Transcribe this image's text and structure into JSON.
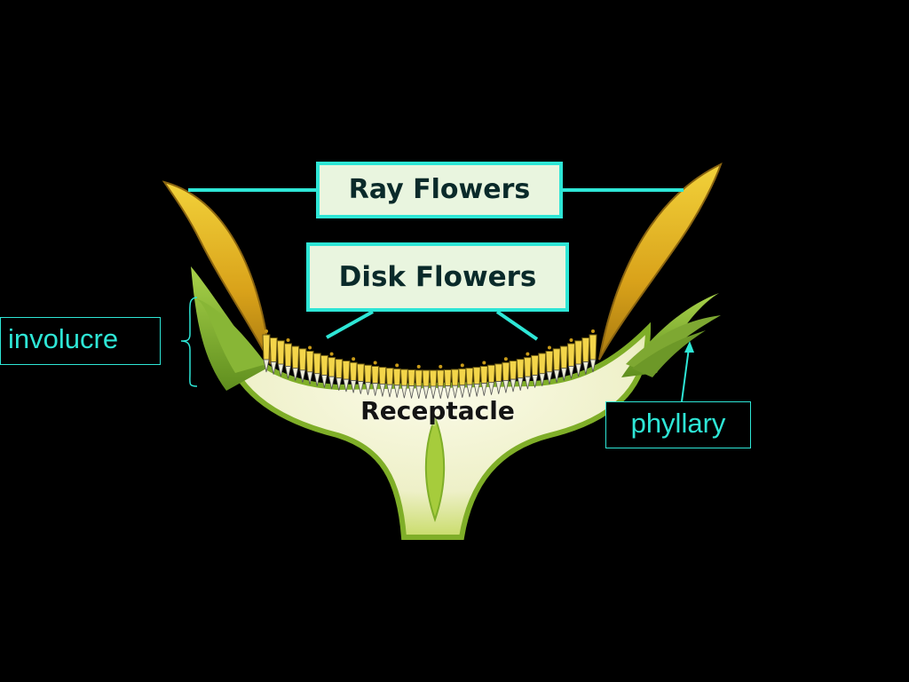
{
  "labels": {
    "ray_flowers": "Ray Flowers",
    "disk_flowers": "Disk Flowers",
    "receptacle": "Receptacle",
    "involucre": "involucre",
    "phyllary": "phyllary"
  },
  "colors": {
    "background": "#000000",
    "accent": "#2ee6d6",
    "ray_petal": "#e0b020",
    "bract_green": "#8fc23a",
    "receptacle_fill": "#f2f4d8"
  }
}
